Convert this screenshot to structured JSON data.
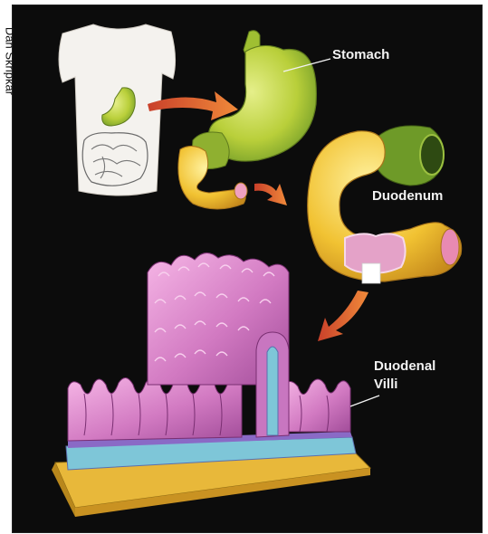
{
  "credit": "Dan Skripkar",
  "labels": {
    "stomach": "Stomach",
    "duodenum": "Duodenum",
    "villi_line1": "Duodenal",
    "villi_line2": "Villi"
  },
  "colors": {
    "background": "#0c0c0c",
    "stomach_green": "#b9cf3a",
    "duodenum_yellow": "#f1c232",
    "mucosa_pink": "#e07ab8",
    "arrow_orange": "#e0643a",
    "base_yellow": "#e8b83a",
    "submucosa_blue": "#7ec6d8"
  }
}
